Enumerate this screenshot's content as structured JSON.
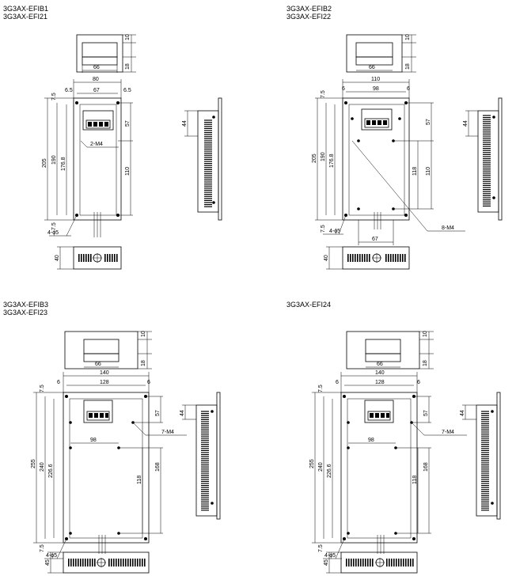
{
  "quadrants": [
    {
      "titles": [
        "3G3AX-EFIB1",
        "3G3AX-EFI21"
      ],
      "labels": {
        "top_h": "10",
        "top_h2": "18",
        "top_w": "66",
        "w_total": "80",
        "w_inner": "67",
        "m_left": "6.5",
        "m_right": "6.5",
        "m_top": "7.5",
        "m_bot": "7.5",
        "h_total": "205",
        "h_mid": "190",
        "h_inner": "176.8",
        "term_h": "57",
        "hole_sp": "110",
        "screw": "2-M4",
        "mount": "4-ϕ5",
        "side_h": "44",
        "bottom_h": "40"
      }
    },
    {
      "titles": [
        "3G3AX-EFIB2",
        "3G3AX-EFI22"
      ],
      "labels": {
        "top_h": "10",
        "top_h2": "18",
        "top_w": "66",
        "w_total": "110",
        "w_inner": "98",
        "m_left": "6",
        "m_right": "6",
        "m_top": "7.5",
        "m_bot": "7.5",
        "h_total": "205",
        "h_mid": "190",
        "h_inner": "176.8",
        "term_h": "57",
        "hole_sp": "110",
        "hole_sp2": "118",
        "bottom_w": "67",
        "screw": "8-M4",
        "mount": "4-ϕ5",
        "side_h": "44",
        "bottom_h": "40"
      }
    },
    {
      "titles": [
        "3G3AX-EFIB3",
        "3G3AX-EFI23"
      ],
      "labels": {
        "top_h": "10",
        "top_h2": "18",
        "top_w": "66",
        "w_total": "140",
        "w_inner": "128",
        "m_left": "6",
        "m_right": "6",
        "m_top": "7.5",
        "m_bot": "7.5",
        "h_total": "255",
        "h_mid": "240",
        "h_inner": "226.6",
        "term_h": "57",
        "hole_w": "98",
        "hole_sp": "168",
        "hole_sp2": "118",
        "screw": "7-M4",
        "mount": "4-ϕ5",
        "side_h": "44",
        "bottom_h": "45"
      }
    },
    {
      "titles": [
        "3G3AX-EFI24"
      ],
      "labels": {
        "top_h": "10",
        "top_h2": "18",
        "top_w": "66",
        "w_total": "140",
        "w_inner": "128",
        "m_left": "6",
        "m_right": "6",
        "m_top": "7.5",
        "m_bot": "7.5",
        "h_total": "255",
        "h_mid": "240",
        "h_inner": "226.6",
        "term_h": "57",
        "hole_w": "98",
        "hole_sp": "168",
        "hole_sp2": "118",
        "screw": "7-M4",
        "mount": "4-ϕ5",
        "side_h": "44",
        "bottom_h": "45"
      }
    }
  ]
}
